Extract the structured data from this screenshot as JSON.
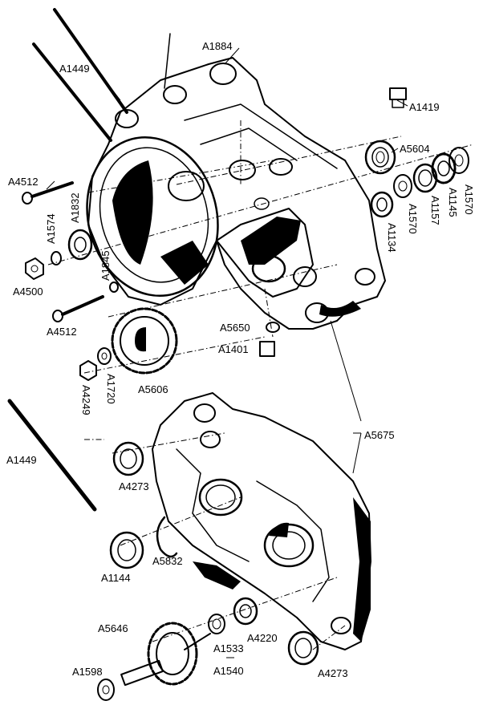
{
  "diagram": {
    "parts": {
      "a1884": "A1884",
      "a1449_top": "A1449",
      "a1419": "A1419",
      "a5604": "A5604",
      "a4512_top": "A4512",
      "a1832": "A1832",
      "a1574": "A1574",
      "a1570_right": "A1570",
      "a1145": "A1145",
      "a1157": "A1157",
      "a1570_mid": "A1570",
      "a1134": "A1134",
      "a4500": "A4500",
      "a1845": "A1845",
      "a4512_bottom": "A4512",
      "a5650": "A5650",
      "a1401": "A1401",
      "a4249": "A4249",
      "a1720": "A1720",
      "a5606": "A5606",
      "a5675": "A5675",
      "a1449_bottom": "A1449",
      "a4273_upper": "A4273",
      "a5832": "A5832",
      "a1144": "A1144",
      "a5646": "A5646",
      "a4220": "A4220",
      "a1533": "A1533",
      "a1540": "A1540",
      "a4273_lower": "A4273",
      "a1598": "A1598"
    },
    "colors": {
      "ink": "#000000",
      "paper": "#ffffff"
    }
  }
}
